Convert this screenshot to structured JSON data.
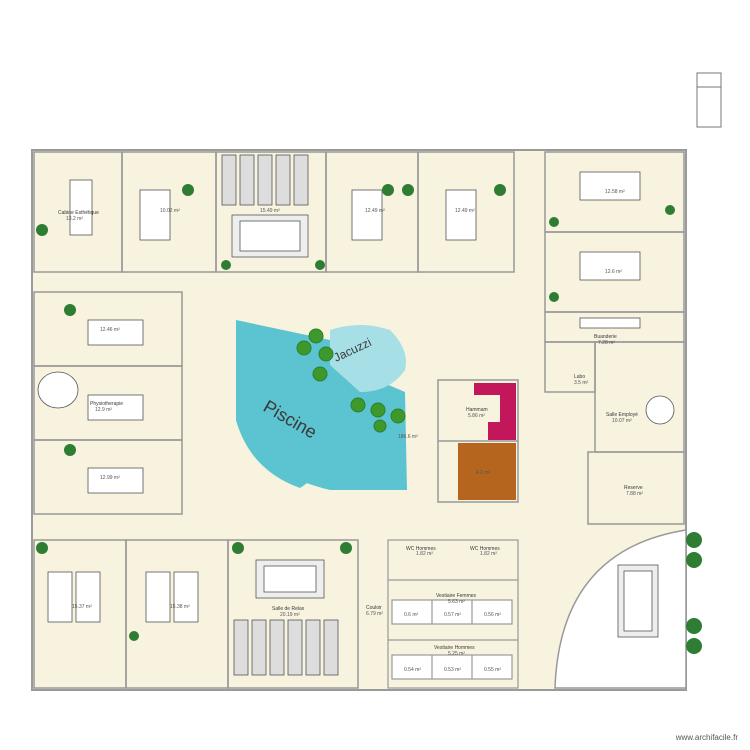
{
  "colors": {
    "floor": "#f7f3df",
    "wall": "#9a9a9a",
    "pool": "#5cc4d0",
    "jacuzzi": "#a6e0e6",
    "hammam": "#c2185b",
    "sauna": "#b5651d",
    "plant": "#2e7d32"
  },
  "labels": {
    "cabine_esthetique": "Cabine Esthétique",
    "cabine_esthetique_area": "13.2 m²",
    "room_top2_area": "10.02 m²",
    "room_top3_area": "15.49 m²",
    "room_top4_area": "12.49 m²",
    "room_top5_area": "12.49 m²",
    "room_right1_area": "12.58 m²",
    "room_right2_area": "12.6 m²",
    "room_left1_area": "12.46 m²",
    "physiotherapie": "Physiotherapie",
    "physiotherapie_area": "12.9 m²",
    "room_left3_area": "12.99 m²",
    "piscine": "Piscine",
    "jacuzzi": "Jacuzzi",
    "center_area": "186.6 m²",
    "hammam": "Hammam",
    "hammam_area": "5.86 m²",
    "sauna_area": "4.2 m²",
    "buanderie": "Buanderie",
    "buanderie_area": "7.28 m²",
    "labo": "Labo",
    "labo_area": "3.5 m²",
    "salle_employe": "Salle Employé",
    "salle_employe_area": "10.07 m²",
    "reserve": "Reserve",
    "reserve_area": "7.88 m²",
    "room_bl1_area": "15.37 m²",
    "room_bl2_area": "15.38 m²",
    "salle_relax": "Salle de Relax",
    "salle_relax_area": "20.19 m²",
    "couloir": "Couloir",
    "couloir_area": "6.79 m²",
    "wc_hommes_1": "WC Hommes",
    "wc_hommes_1_area": "1.82 m²",
    "wc_hommes_2": "WC Hommes",
    "wc_hommes_2_area": "1.82 m²",
    "vestiaire_femmes": "Vestiaire Femmes",
    "vestiaire_femmes_area": "5.63 m²",
    "vestiaire_hommes": "Vestiaire Hommes",
    "vestiaire_hommes_area": "5.25 m²",
    "wf1": "0.6 m²",
    "wf2": "0.57 m²",
    "wf3": "0.56 m²",
    "wh1": "0.54 m²",
    "wh2": "0.53 m²",
    "wh3": "0.55 m²",
    "credit": "www.archifacile.fr"
  }
}
